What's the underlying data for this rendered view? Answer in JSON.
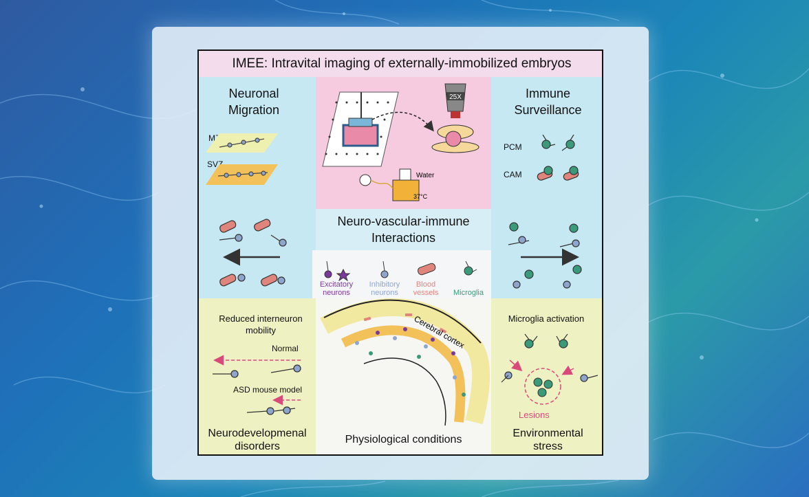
{
  "title": "IMEE: Intravital imaging of externally-immobilized embryos",
  "top_left": {
    "heading_line1": "Neuronal",
    "heading_line2": "Migration",
    "zone_mz": "MZ",
    "zone_svz": "SVZ"
  },
  "top_right": {
    "heading_line1": "Immune",
    "heading_line2": "Surveillance",
    "pcm": "PCM",
    "cam": "CAM"
  },
  "setup": {
    "objective": "25X",
    "water": "Water",
    "temp": "37°C"
  },
  "center": {
    "line1": "Neuro-vascular-immune",
    "line2": "Interactions"
  },
  "legend": [
    {
      "line1": "Excitatory",
      "line2": "neurons",
      "color": "#7a3a9a"
    },
    {
      "line1": "Inhibitory",
      "line2": "neurons",
      "color": "#8fa6cc"
    },
    {
      "line1": "Blood",
      "line2": "vessels",
      "color": "#e0857c"
    },
    {
      "line1": "Microglia",
      "line2": "",
      "color": "#3a9a7a"
    }
  ],
  "bottom_left": {
    "title_line1": "Reduced interneuron",
    "title_line2": "mobility",
    "normal": "Normal",
    "asd": "ASD mouse model",
    "footer_line1": "Neurodevelopmenal",
    "footer_line2": "disorders"
  },
  "bottom_center": {
    "cortex": "Cerebral cortex",
    "footer": "Physiological conditions"
  },
  "bottom_right": {
    "title": "Microglia activation",
    "lesions": "Lesions",
    "footer_line1": "Environmental",
    "footer_line2": "stress"
  },
  "colors": {
    "pink": "#f6c7dc",
    "cyan": "#bfe6f2",
    "yellow": "#eef0b8",
    "arrow_pink": "#d94a7a",
    "neuron": "#8fa6cc",
    "microglia": "#3a9a7a",
    "vessel": "#e0857c",
    "band": "#f2c15a"
  }
}
